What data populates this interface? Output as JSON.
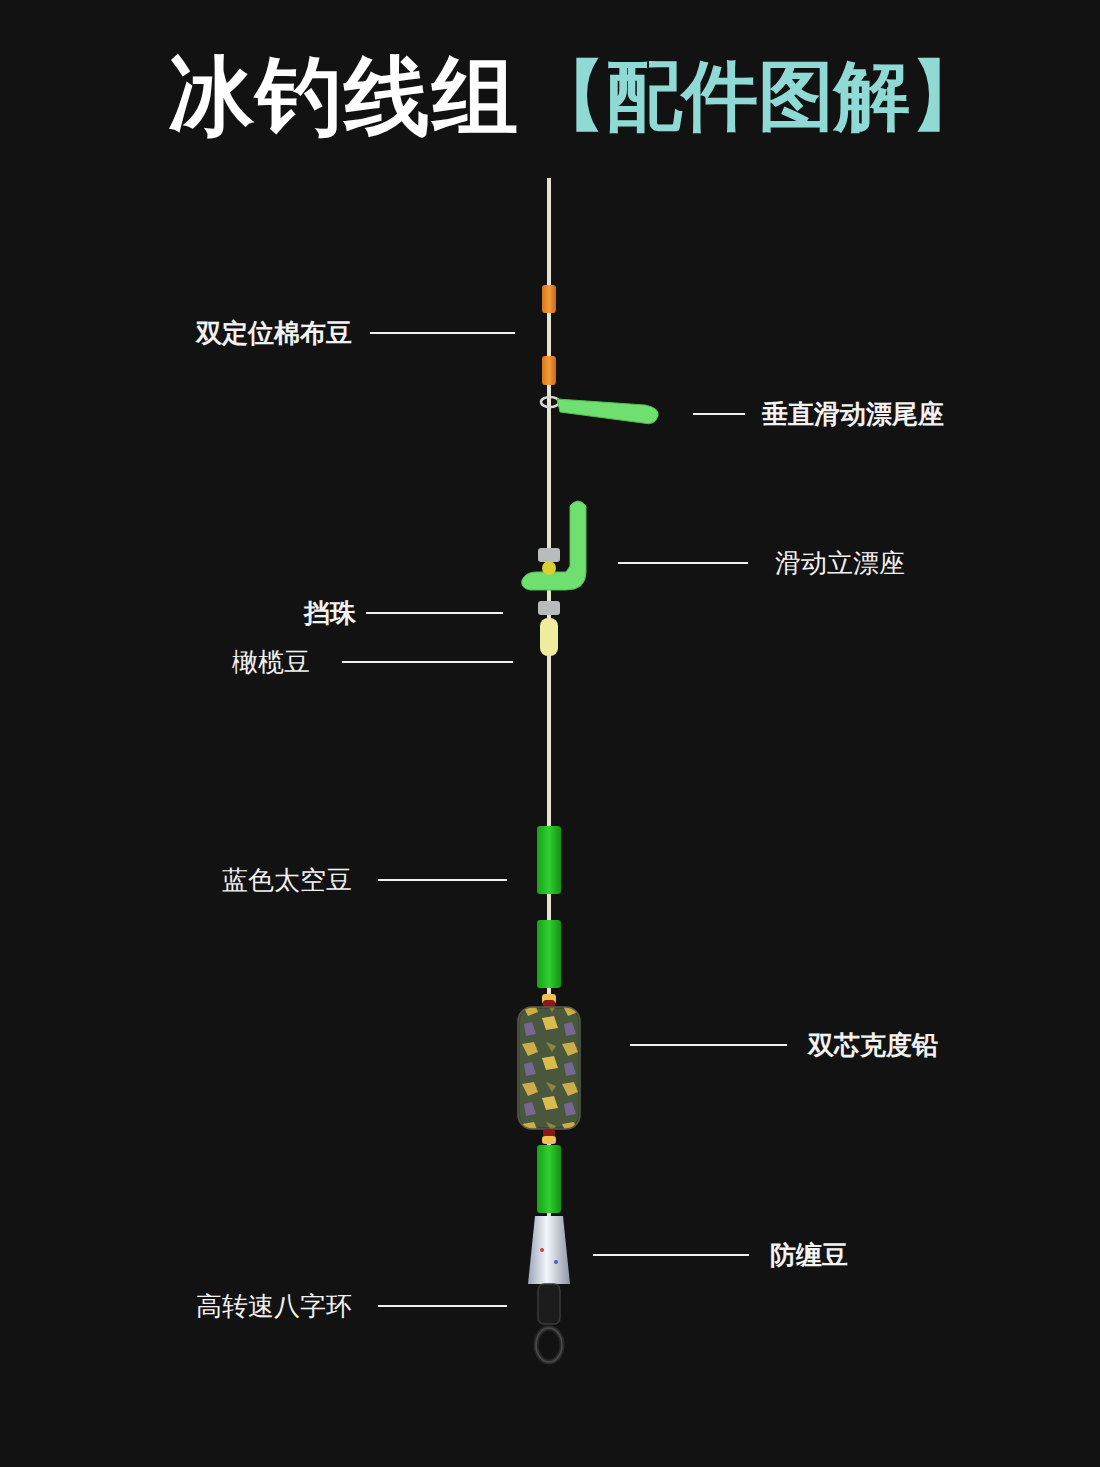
{
  "diagram": {
    "title": "冰钓线组",
    "labels": [
      "【配件图解】",
      "双定位棉布豆",
      "垂直滑动漂尾座",
      "滑动立漂座",
      "挡珠",
      "橄榄豆",
      "蓝色太空豆",
      "双芯克度铅",
      "防缠豆",
      "高转速八字环"
    ]
  }
}
